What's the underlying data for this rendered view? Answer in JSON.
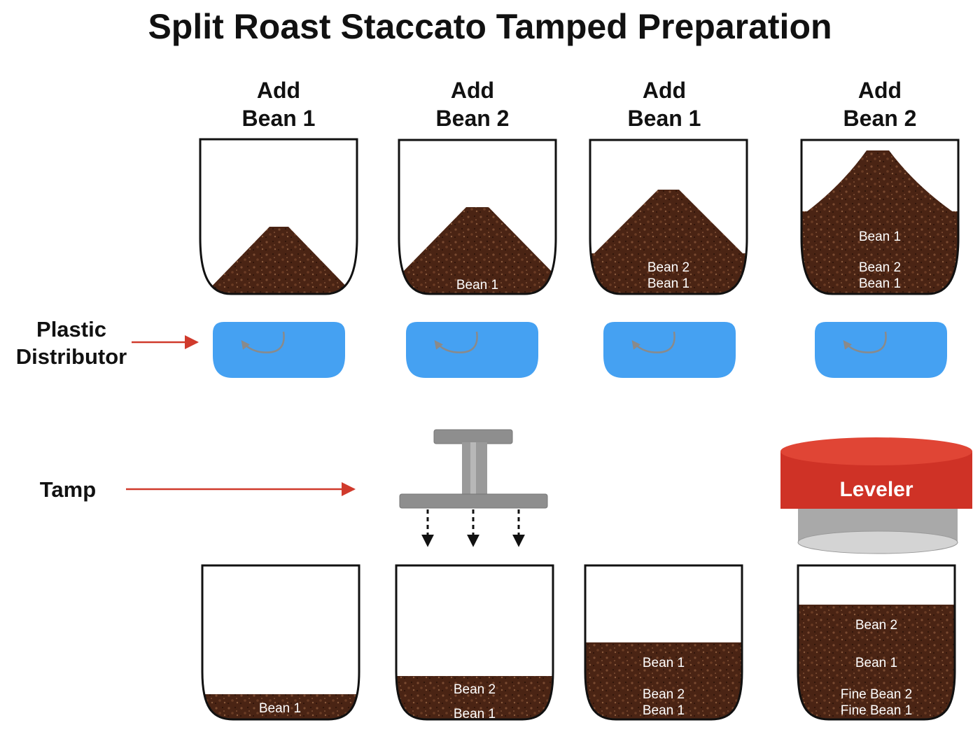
{
  "title": "Split Roast Staccato Tamped Preparation",
  "steps": [
    {
      "line1": "Add",
      "line2": "Bean 1"
    },
    {
      "line1": "Add",
      "line2": "Bean 2"
    },
    {
      "line1": "Add",
      "line2": "Bean 1"
    },
    {
      "line1": "Add",
      "line2": "Bean 2"
    }
  ],
  "labels": {
    "distributor_line1": "Plastic",
    "distributor_line2": "Distributor",
    "tamp": "Tamp",
    "leveler": "Leveler"
  },
  "top_baskets": [
    {
      "layers": []
    },
    {
      "layers": [
        "Bean 1"
      ]
    },
    {
      "layers": [
        "Bean 2",
        "Bean 1"
      ]
    },
    {
      "layers": [
        "Bean 1",
        "Bean 2",
        "Bean 1"
      ]
    }
  ],
  "bottom_baskets": [
    {
      "layers": [
        "Bean 1"
      ]
    },
    {
      "layers": [
        "Bean 2",
        "Bean 1"
      ]
    },
    {
      "layers": [
        "Bean 1",
        "Bean 2",
        "Bean 1"
      ]
    },
    {
      "layers": [
        "Bean 2",
        "Bean 1",
        "Fine Bean 2",
        "Fine Bean 1"
      ]
    }
  ],
  "colors": {
    "coffee": "#4a2414",
    "distributor": "#45a1f2",
    "arrow": "#d03a2c",
    "leveler": "#cf3226",
    "tamper": "#8e8e8e"
  }
}
